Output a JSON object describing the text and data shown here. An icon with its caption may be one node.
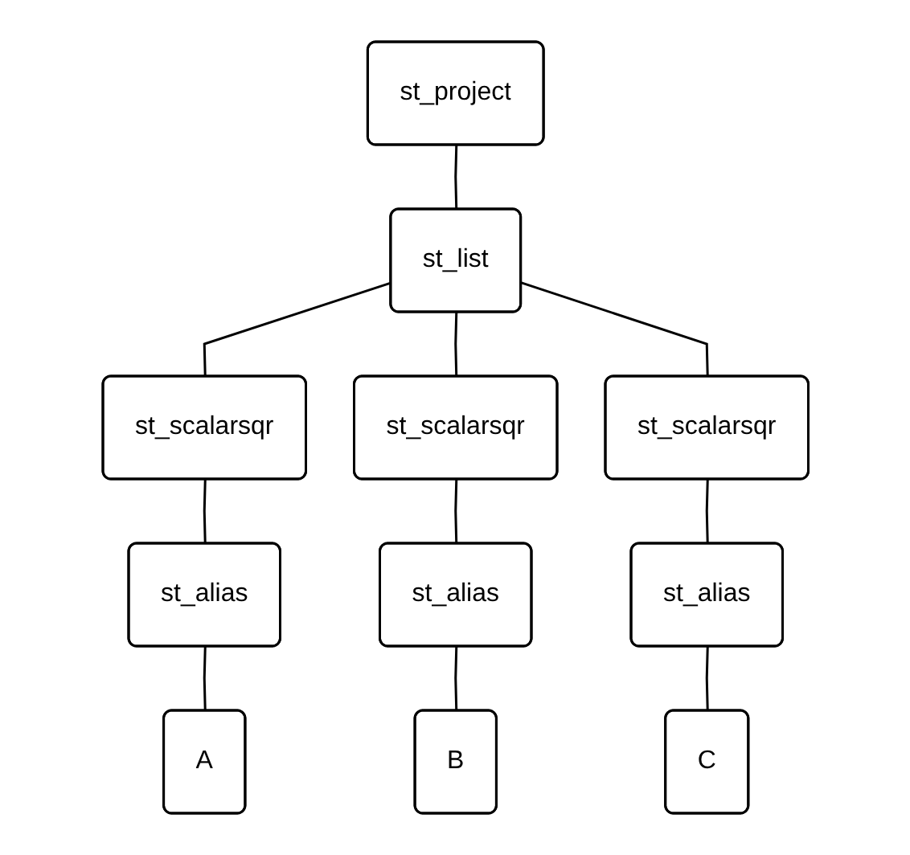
{
  "diagram": {
    "nodes": [
      {
        "text": [
          "st_project"
        ]
      },
      {
        "text": [
          "st_list"
        ]
      },
      {
        "text": [
          "st_scalarsqr"
        ]
      },
      {
        "text": [
          "st_scalarsqr"
        ]
      },
      {
        "text": [
          "st_scalarsqr"
        ]
      },
      {
        "text": [
          "st_alias"
        ]
      },
      {
        "text": [
          "st_alias"
        ]
      },
      {
        "text": [
          "st_alias"
        ]
      },
      {
        "text": [
          "A"
        ]
      },
      {
        "text": [
          "B"
        ]
      },
      {
        "text": [
          "C"
        ]
      }
    ],
    "edges": [
      {
        "from": 0,
        "to": 1,
        "arrow": "none"
      },
      {
        "from": 1,
        "to": 2,
        "arrow": "none"
      },
      {
        "from": 1,
        "to": 3,
        "arrow": "none"
      },
      {
        "from": 1,
        "to": 4,
        "arrow": "none"
      },
      {
        "from": 2,
        "to": 5,
        "arrow": "none"
      },
      {
        "from": 3,
        "to": 6,
        "arrow": "none"
      },
      {
        "from": 4,
        "to": 7,
        "arrow": "none"
      },
      {
        "from": 5,
        "to": 8,
        "arrow": "none"
      },
      {
        "from": 6,
        "to": 9,
        "arrow": "none"
      },
      {
        "from": 7,
        "to": 10,
        "arrow": "none"
      }
    ]
  }
}
